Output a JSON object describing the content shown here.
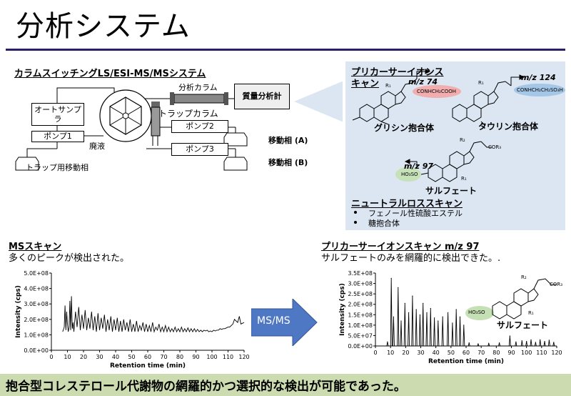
{
  "page": {
    "title": "分析システム",
    "footer": "抱合型コレステロール代謝物の網羅的かつ選択的な検出が可能であった。"
  },
  "system": {
    "heading": "カラムスイッチングLS/ESI-MS/MSシステム",
    "autosampler": "オートサンプラ",
    "pump1": "ポンプ1",
    "pump2": "ポンプ2",
    "pump3": "ポンプ3",
    "analytical_column": "分析カラム",
    "trap_column": "トラップカラム",
    "mass_spec": "質量分析計",
    "waste": "廃液",
    "trap_mobile_phase": "トラップ用移動相",
    "mobile_a": "移動相 (A)",
    "mobile_b": "移動相 (B)"
  },
  "panel": {
    "precursor_heading_1": "プリカーサーイオンス",
    "precursor_heading_2": "キャン",
    "glycine_mz": "m/z 74",
    "glycine_group": "CONHCH₂COOH",
    "glycine_label": "グリシン抱合体",
    "taurine_mz": "m/z 124",
    "taurine_group": "CONHCH₂CH₂SO₃H",
    "taurine_label": "タウリン抱合体",
    "sulfate_mz": "m/z 97",
    "sulfate_group": "HO₃SO",
    "sulfate_label": "サルフェート",
    "cor3": "COR₃",
    "r1": "R₁",
    "r2": "R₂",
    "neutral_heading": "ニュートラルロススキャン",
    "neutral_items": [
      "フェノール性硫酸エステル",
      "糖抱合体"
    ]
  },
  "ms_scan": {
    "heading": "MSスキャン",
    "note": "多くのピークが検出された。"
  },
  "arrow_label": "MS/MS",
  "precursor_scan": {
    "heading": "プリカーサーイオンスキャン m/z 97",
    "note": "サルフェートのみを網羅的に検出できた。.",
    "structure_label": "サルフェート",
    "structure_group": "HO₃SO",
    "cor3": "COR₃",
    "r1": "R₁",
    "r2": "R₂"
  },
  "chart_data": [
    {
      "type": "line",
      "xlabel": "Retention time (min)",
      "ylabel": "Intensity (cps)",
      "xlim": [
        0,
        120
      ],
      "ylim": [
        0,
        500000000
      ],
      "xticks": [
        0,
        10,
        20,
        30,
        40,
        50,
        60,
        70,
        80,
        90,
        100,
        110,
        120
      ],
      "yticks": [
        "0.0E+00",
        "1.0E+08",
        "2.0E+08",
        "3.0E+08",
        "4.0E+08",
        "5.0E+08"
      ],
      "series": [
        {
          "x": [
            7,
            8,
            8.5,
            9,
            9.5,
            10,
            10.5,
            11,
            11.5,
            12,
            12.5,
            13,
            13.5,
            14,
            15,
            16,
            17,
            18,
            19,
            20,
            21,
            22,
            23,
            24,
            25,
            26,
            27,
            28,
            29,
            30,
            31,
            32,
            33,
            34,
            35,
            36,
            37,
            38,
            39,
            40,
            41,
            42,
            43,
            44,
            45,
            46,
            47,
            48,
            49,
            50,
            51,
            52,
            53,
            54,
            55,
            56,
            57,
            58,
            59,
            60,
            61,
            62,
            63,
            64,
            65,
            66,
            67,
            68,
            69,
            70,
            71,
            72,
            73,
            74,
            75,
            76,
            77,
            78,
            79,
            80,
            81,
            82,
            83,
            84,
            85,
            86,
            87,
            88,
            89,
            90,
            91,
            92,
            93,
            94,
            95,
            96,
            97,
            98,
            99,
            100,
            101,
            102,
            103,
            104,
            105,
            106,
            107,
            108,
            109,
            110,
            111,
            112,
            113,
            114,
            115,
            116,
            117,
            118,
            119,
            120
          ],
          "y": [
            120000000,
            150000000,
            290000000,
            130000000,
            250000000,
            170000000,
            120000000,
            150000000,
            320000000,
            130000000,
            350000000,
            140000000,
            180000000,
            120000000,
            250000000,
            150000000,
            280000000,
            130000000,
            230000000,
            140000000,
            260000000,
            130000000,
            210000000,
            140000000,
            250000000,
            130000000,
            220000000,
            120000000,
            240000000,
            130000000,
            210000000,
            140000000,
            230000000,
            120000000,
            200000000,
            130000000,
            220000000,
            120000000,
            200000000,
            130000000,
            210000000,
            120000000,
            190000000,
            120000000,
            200000000,
            130000000,
            180000000,
            120000000,
            200000000,
            120000000,
            170000000,
            120000000,
            190000000,
            120000000,
            160000000,
            130000000,
            180000000,
            120000000,
            170000000,
            120000000,
            160000000,
            120000000,
            180000000,
            120000000,
            150000000,
            130000000,
            170000000,
            120000000,
            150000000,
            120000000,
            160000000,
            120000000,
            150000000,
            120000000,
            140000000,
            120000000,
            150000000,
            120000000,
            140000000,
            120000000,
            150000000,
            120000000,
            140000000,
            120000000,
            145000000,
            120000000,
            140000000,
            120000000,
            140000000,
            120000000,
            135000000,
            120000000,
            130000000,
            120000000,
            130000000,
            125000000,
            130000000,
            120000000,
            125000000,
            120000000,
            130000000,
            125000000,
            130000000,
            130000000,
            140000000,
            135000000,
            140000000,
            140000000,
            145000000,
            150000000,
            150000000,
            160000000,
            170000000,
            200000000,
            190000000,
            180000000,
            220000000,
            170000000,
            175000000,
            180000000
          ]
        }
      ]
    },
    {
      "type": "line",
      "xlabel": "Retention time (min)",
      "ylabel": "Intensity (cps)",
      "xlim": [
        0,
        120
      ],
      "ylim": [
        0,
        350000000
      ],
      "xticks": [
        0,
        10,
        20,
        30,
        40,
        50,
        60,
        70,
        80,
        90,
        100,
        110,
        120
      ],
      "yticks": [
        "0.0E+00",
        "5.0E+07",
        "1.0E+08",
        "1.5E+08",
        "2.0E+08",
        "2.5E+08",
        "3.0E+08",
        "3.5E+08"
      ],
      "peaks": [
        {
          "x": 8,
          "y": 20000000
        },
        {
          "x": 10.5,
          "y": 325000000
        },
        {
          "x": 12,
          "y": 140000000
        },
        {
          "x": 15,
          "y": 280000000
        },
        {
          "x": 17,
          "y": 120000000
        },
        {
          "x": 19.5,
          "y": 205000000
        },
        {
          "x": 22,
          "y": 160000000
        },
        {
          "x": 24.5,
          "y": 240000000
        },
        {
          "x": 27,
          "y": 175000000
        },
        {
          "x": 29.5,
          "y": 150000000
        },
        {
          "x": 31.5,
          "y": 205000000
        },
        {
          "x": 34,
          "y": 160000000
        },
        {
          "x": 36.5,
          "y": 180000000
        },
        {
          "x": 39,
          "y": 135000000
        },
        {
          "x": 41.5,
          "y": 120000000
        },
        {
          "x": 44.5,
          "y": 140000000
        },
        {
          "x": 48,
          "y": 160000000
        },
        {
          "x": 51,
          "y": 110000000
        },
        {
          "x": 53.5,
          "y": 175000000
        },
        {
          "x": 56,
          "y": 140000000
        },
        {
          "x": 58.5,
          "y": 100000000
        },
        {
          "x": 62,
          "y": 15000000
        },
        {
          "x": 68,
          "y": 10000000
        },
        {
          "x": 75,
          "y": 12000000
        },
        {
          "x": 82,
          "y": 15000000
        },
        {
          "x": 89,
          "y": 48000000
        },
        {
          "x": 93,
          "y": 20000000
        },
        {
          "x": 97,
          "y": 25000000
        },
        {
          "x": 100,
          "y": 22000000
        },
        {
          "x": 103,
          "y": 30000000
        },
        {
          "x": 106,
          "y": 18000000
        },
        {
          "x": 109,
          "y": 30000000
        },
        {
          "x": 112,
          "y": 22000000
        },
        {
          "x": 115,
          "y": 28000000
        },
        {
          "x": 118,
          "y": 18000000
        }
      ]
    }
  ]
}
